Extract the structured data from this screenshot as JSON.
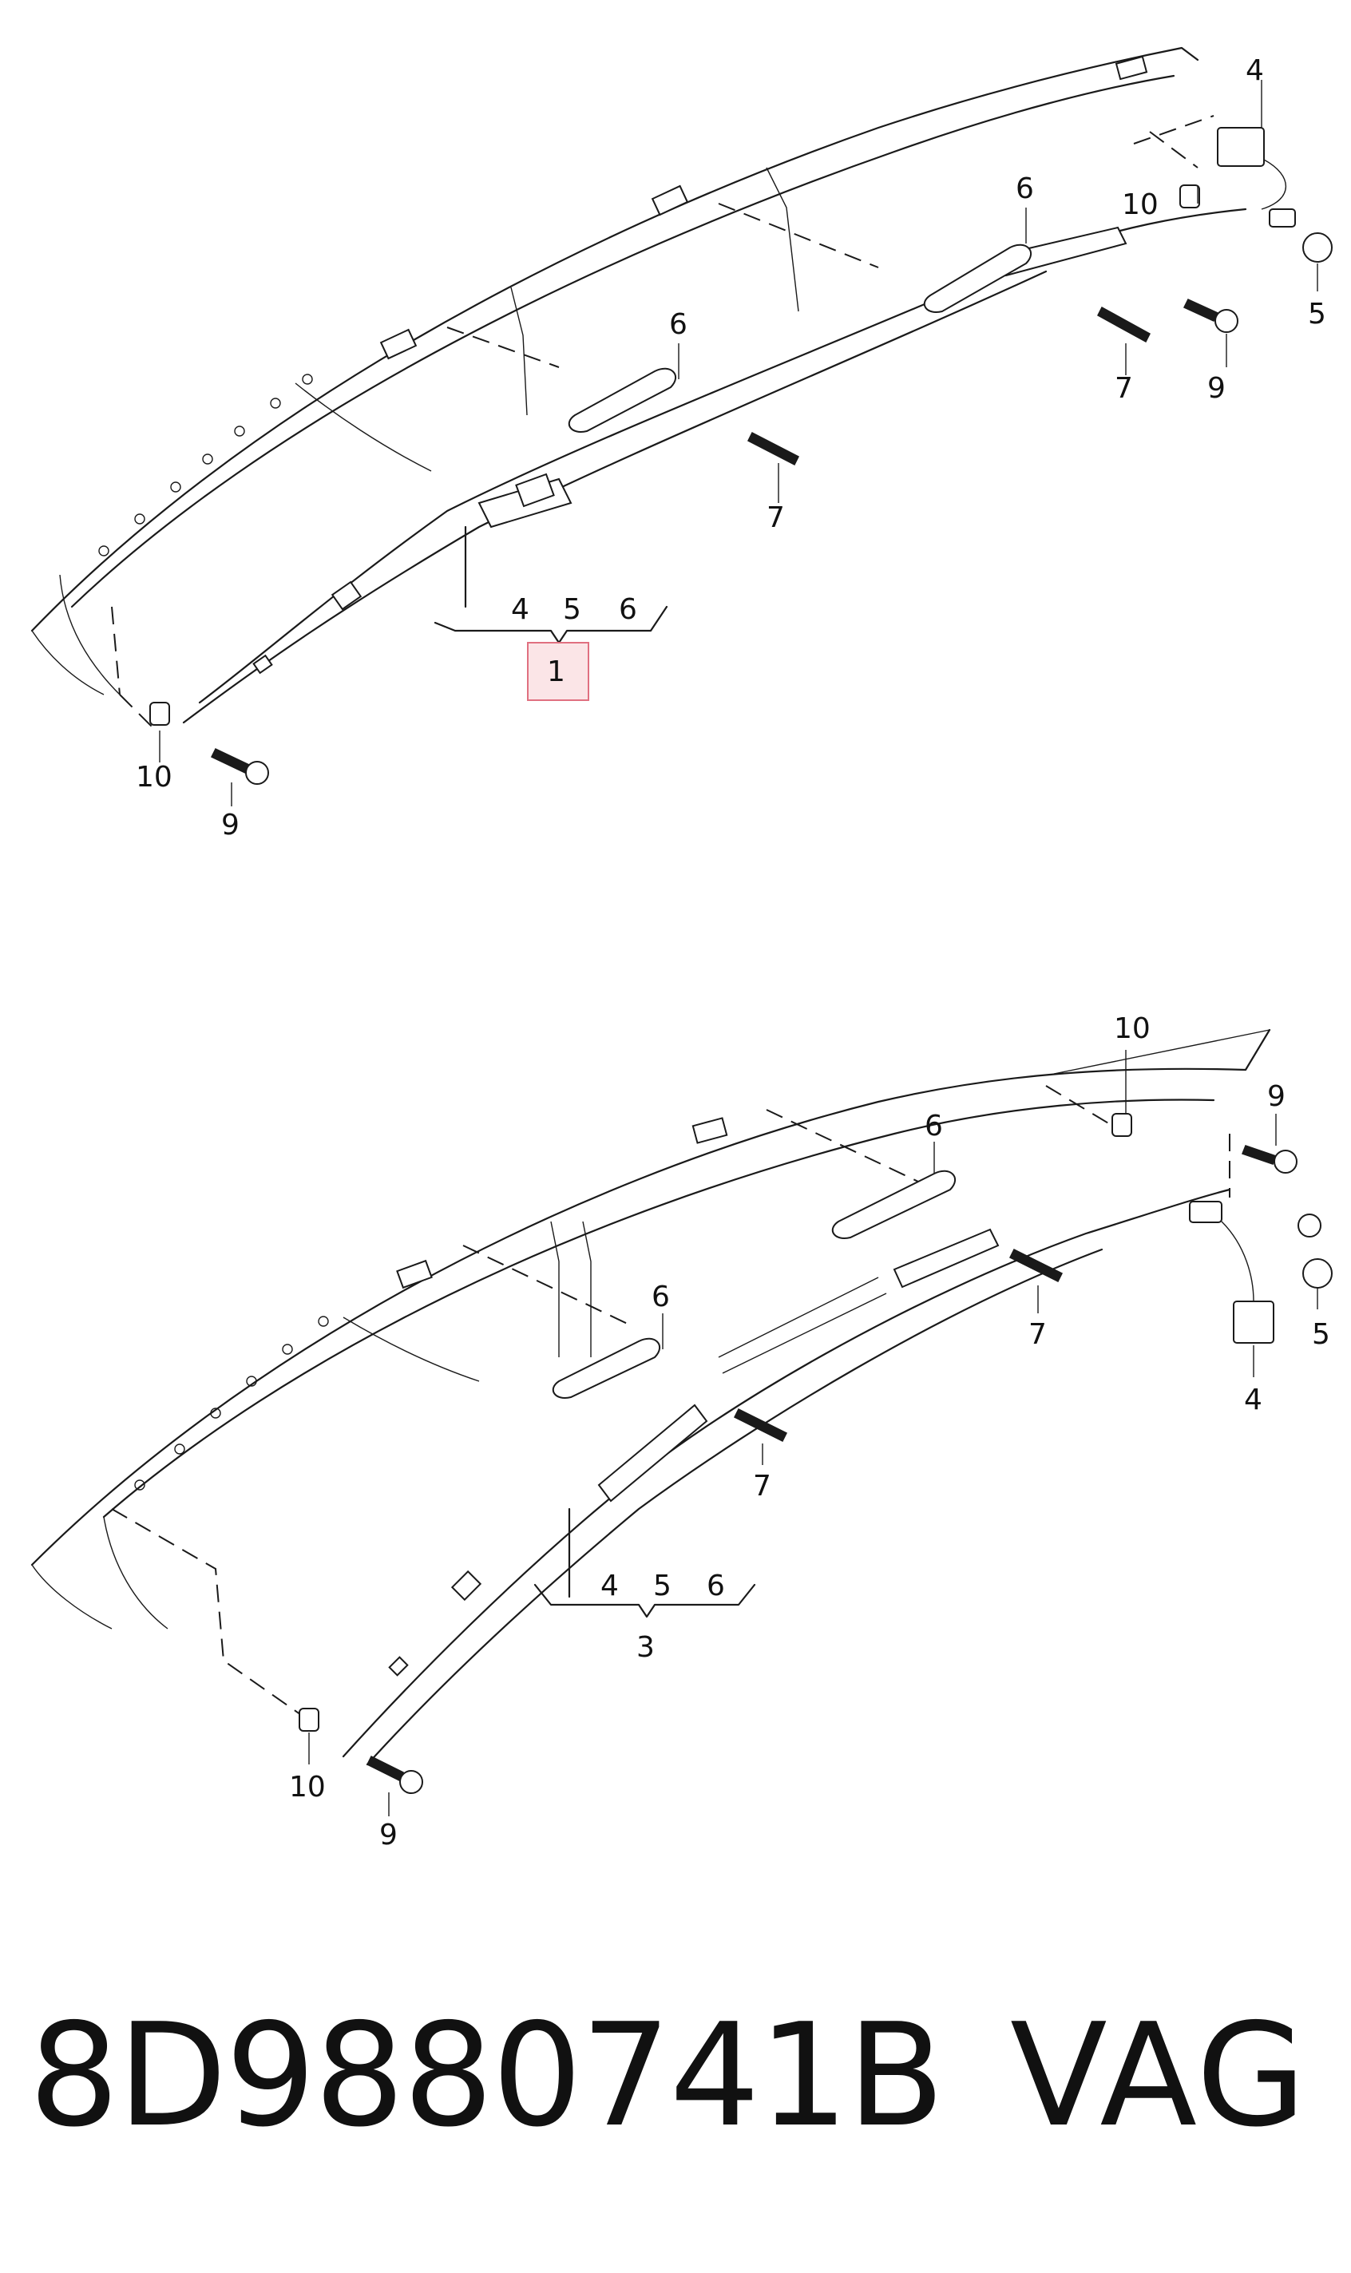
{
  "diagram": {
    "upper": {
      "callouts": [
        "4",
        "6",
        "10",
        "5",
        "7",
        "9",
        "6",
        "7",
        "4",
        "5",
        "6",
        "1",
        "10",
        "9"
      ],
      "highlighted": "1"
    },
    "lower": {
      "callouts": [
        "10",
        "9",
        "6",
        "5",
        "4",
        "6",
        "7",
        "7",
        "4",
        "5",
        "6",
        "3",
        "10",
        "9"
      ]
    }
  },
  "footer": {
    "part_number": "8D9880741B",
    "brand": "VAG"
  },
  "colors": {
    "line": "#1a1a1a",
    "highlight_border": "#e07080",
    "highlight_fill": "#f6dde1"
  }
}
